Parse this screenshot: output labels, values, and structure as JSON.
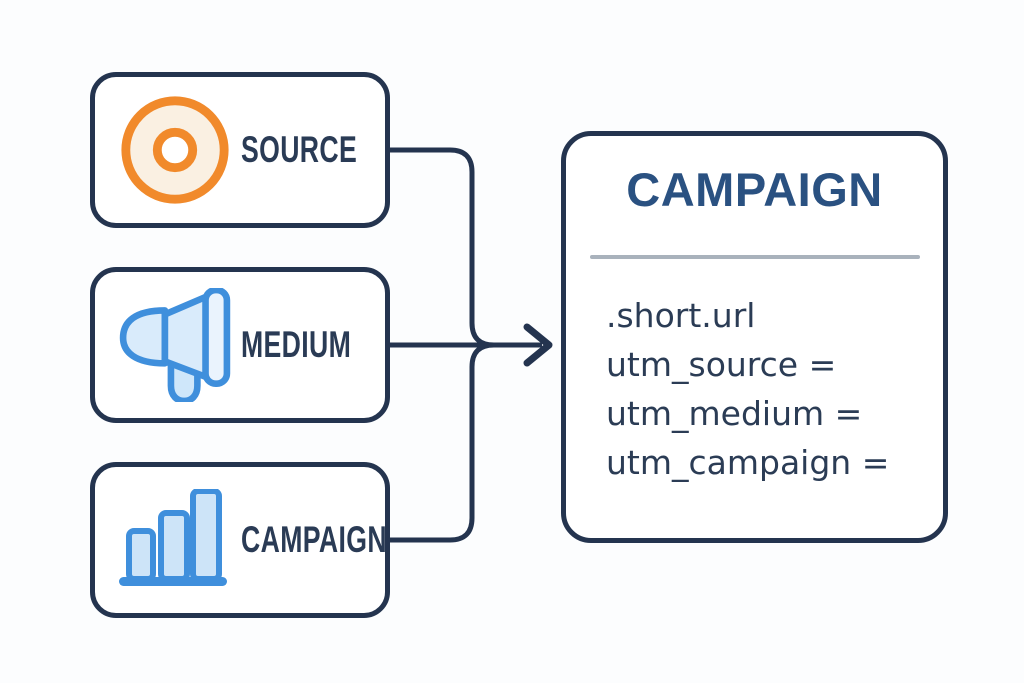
{
  "colors": {
    "background": "#fcfdfe",
    "outline_navy": "#24344f",
    "label_navy": "#2a3b55",
    "title_blue": "#2a5181",
    "body_navy": "#2b3c55",
    "divider_gray": "#a9b2bc",
    "icon_orange": "#f18a2b",
    "icon_orange_fill": "#faf0e2",
    "icon_blue": "#3f8fdc",
    "icon_blue_fill": "#d9ebfb"
  },
  "left_boxes": [
    {
      "label": "SOURCE",
      "icon": "target-icon"
    },
    {
      "label": "MEDIUM",
      "icon": "megaphone-icon"
    },
    {
      "label": "CAMPAIGN",
      "icon": "bar-chart-icon"
    }
  ],
  "result_box": {
    "title": "CAMPAIGN",
    "lines": [
      ".short.url",
      "utm_source =",
      "utm_medium =",
      "utm_campaign ="
    ]
  }
}
